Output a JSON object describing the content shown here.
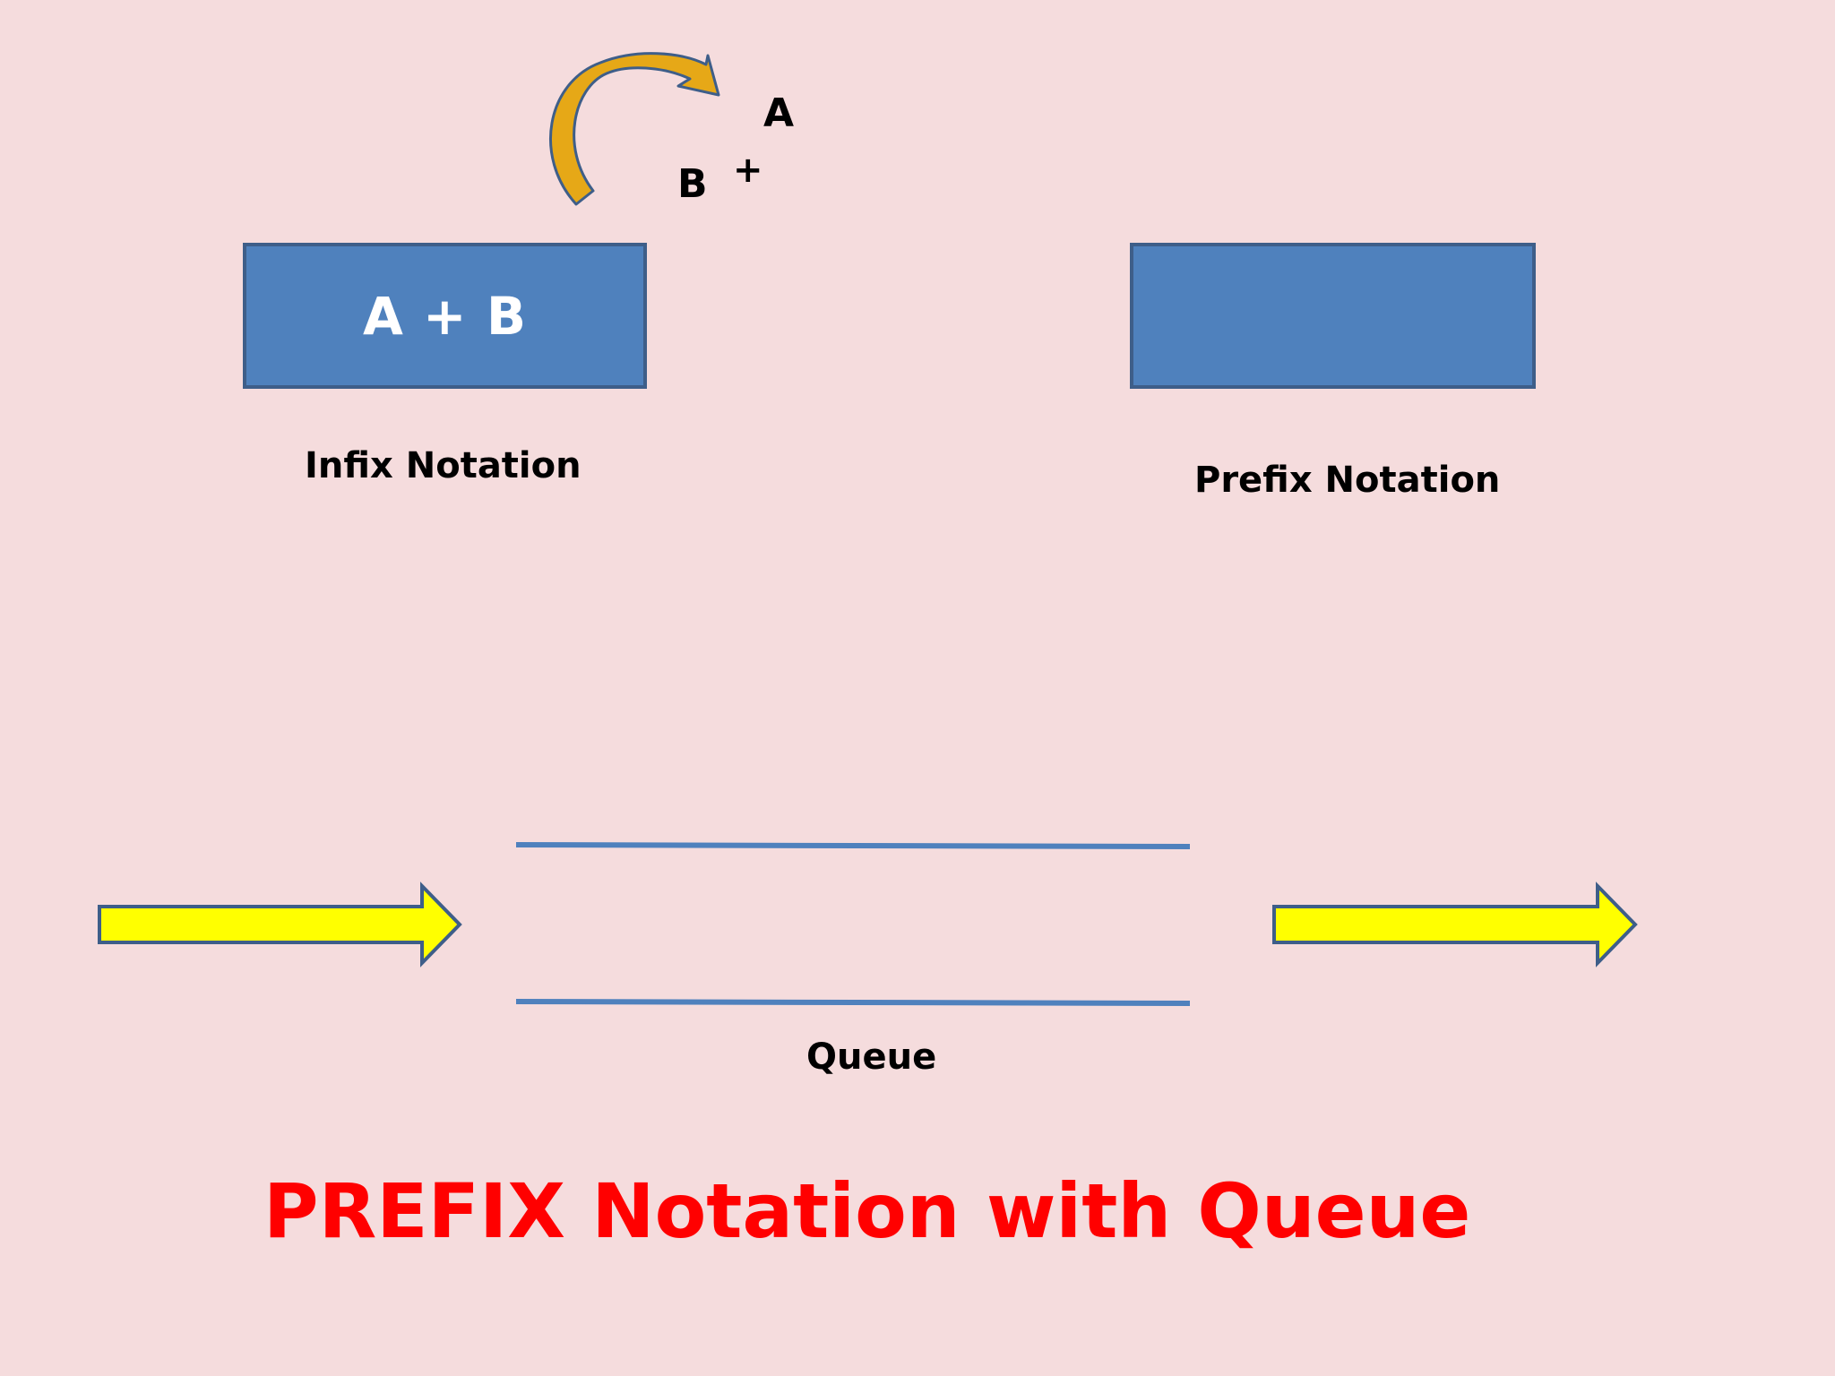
{
  "slide": {
    "background_color": "#f5dcdd",
    "title": "PREFIX Notation with Queue",
    "title_color": "#ff0000"
  },
  "infix": {
    "expression": "A + B",
    "label": "Infix Notation",
    "box_color": "#4f81bd"
  },
  "prefix": {
    "expression": "",
    "label": "Prefix Notation",
    "box_color": "#4f81bd"
  },
  "moving_tokens": {
    "a": "A",
    "b": "B",
    "operator": "+"
  },
  "queue": {
    "label": "Queue",
    "line_color": "#4f81bd"
  },
  "arrows": {
    "fill_color": "#ffff00",
    "stroke_color": "#3e5e89",
    "curved_arrow_color": "#e6a817",
    "icons": [
      "curved-arrow-icon",
      "input-arrow-icon",
      "output-arrow-icon"
    ]
  }
}
